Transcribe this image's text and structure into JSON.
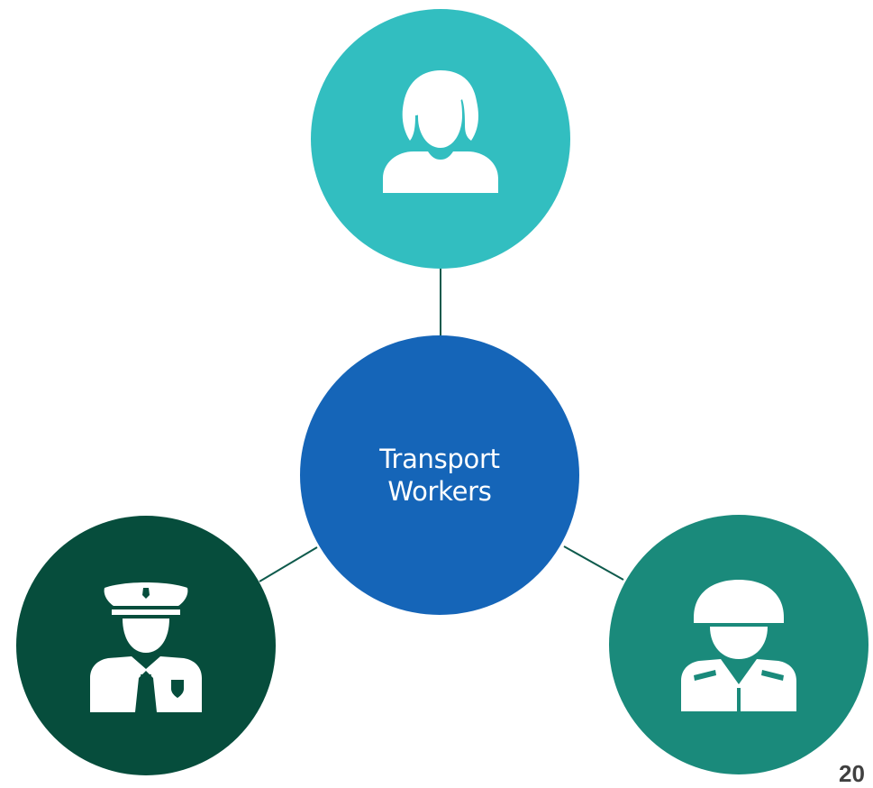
{
  "diagram": {
    "center": {
      "label": "Transport\nWorkers",
      "color": "#1565b8"
    },
    "nodes": [
      {
        "id": "top",
        "icon": "woman-icon",
        "color": "#32bec0"
      },
      {
        "id": "left",
        "icon": "police-officer-icon",
        "color": "#064d3c"
      },
      {
        "id": "right",
        "icon": "soldier-icon",
        "color": "#1a8a7b"
      }
    ],
    "connector_color": "#0e5a4c"
  },
  "page_number": "20"
}
